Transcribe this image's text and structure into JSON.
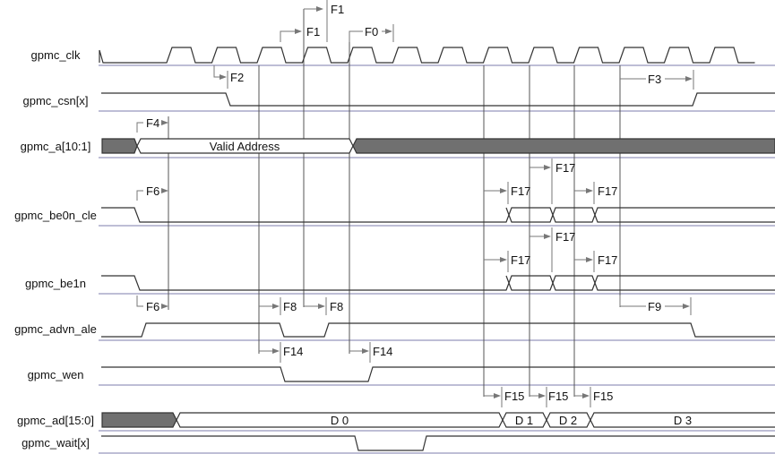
{
  "signals": {
    "clk": "gpmc_clk",
    "csn": "gpmc_csn[x]",
    "a": "gpmc_a[10:1]",
    "be0n": "gpmc_be0n_cle",
    "be1n": "gpmc_be1n",
    "advn": "gpmc_advn_ale",
    "wen": "gpmc_wen",
    "ad": "gpmc_ad[15:0]",
    "wait": "gpmc_wait[x]"
  },
  "bus_values": {
    "address": "Valid Address",
    "d0": "D 0",
    "d1": "D 1",
    "d2": "D 2",
    "d3": "D 3"
  },
  "timing": {
    "f0": "F0",
    "f1": "F1",
    "f2": "F2",
    "f3": "F3",
    "f4": "F4",
    "f6": "F6",
    "f8": "F8",
    "f9": "F9",
    "f14": "F14",
    "f15": "F15",
    "f17": "F17"
  },
  "colors": {
    "line": "#333333",
    "separator": "#a8a8c8",
    "bus_invalid": "#707070",
    "annotation": "#777777"
  }
}
